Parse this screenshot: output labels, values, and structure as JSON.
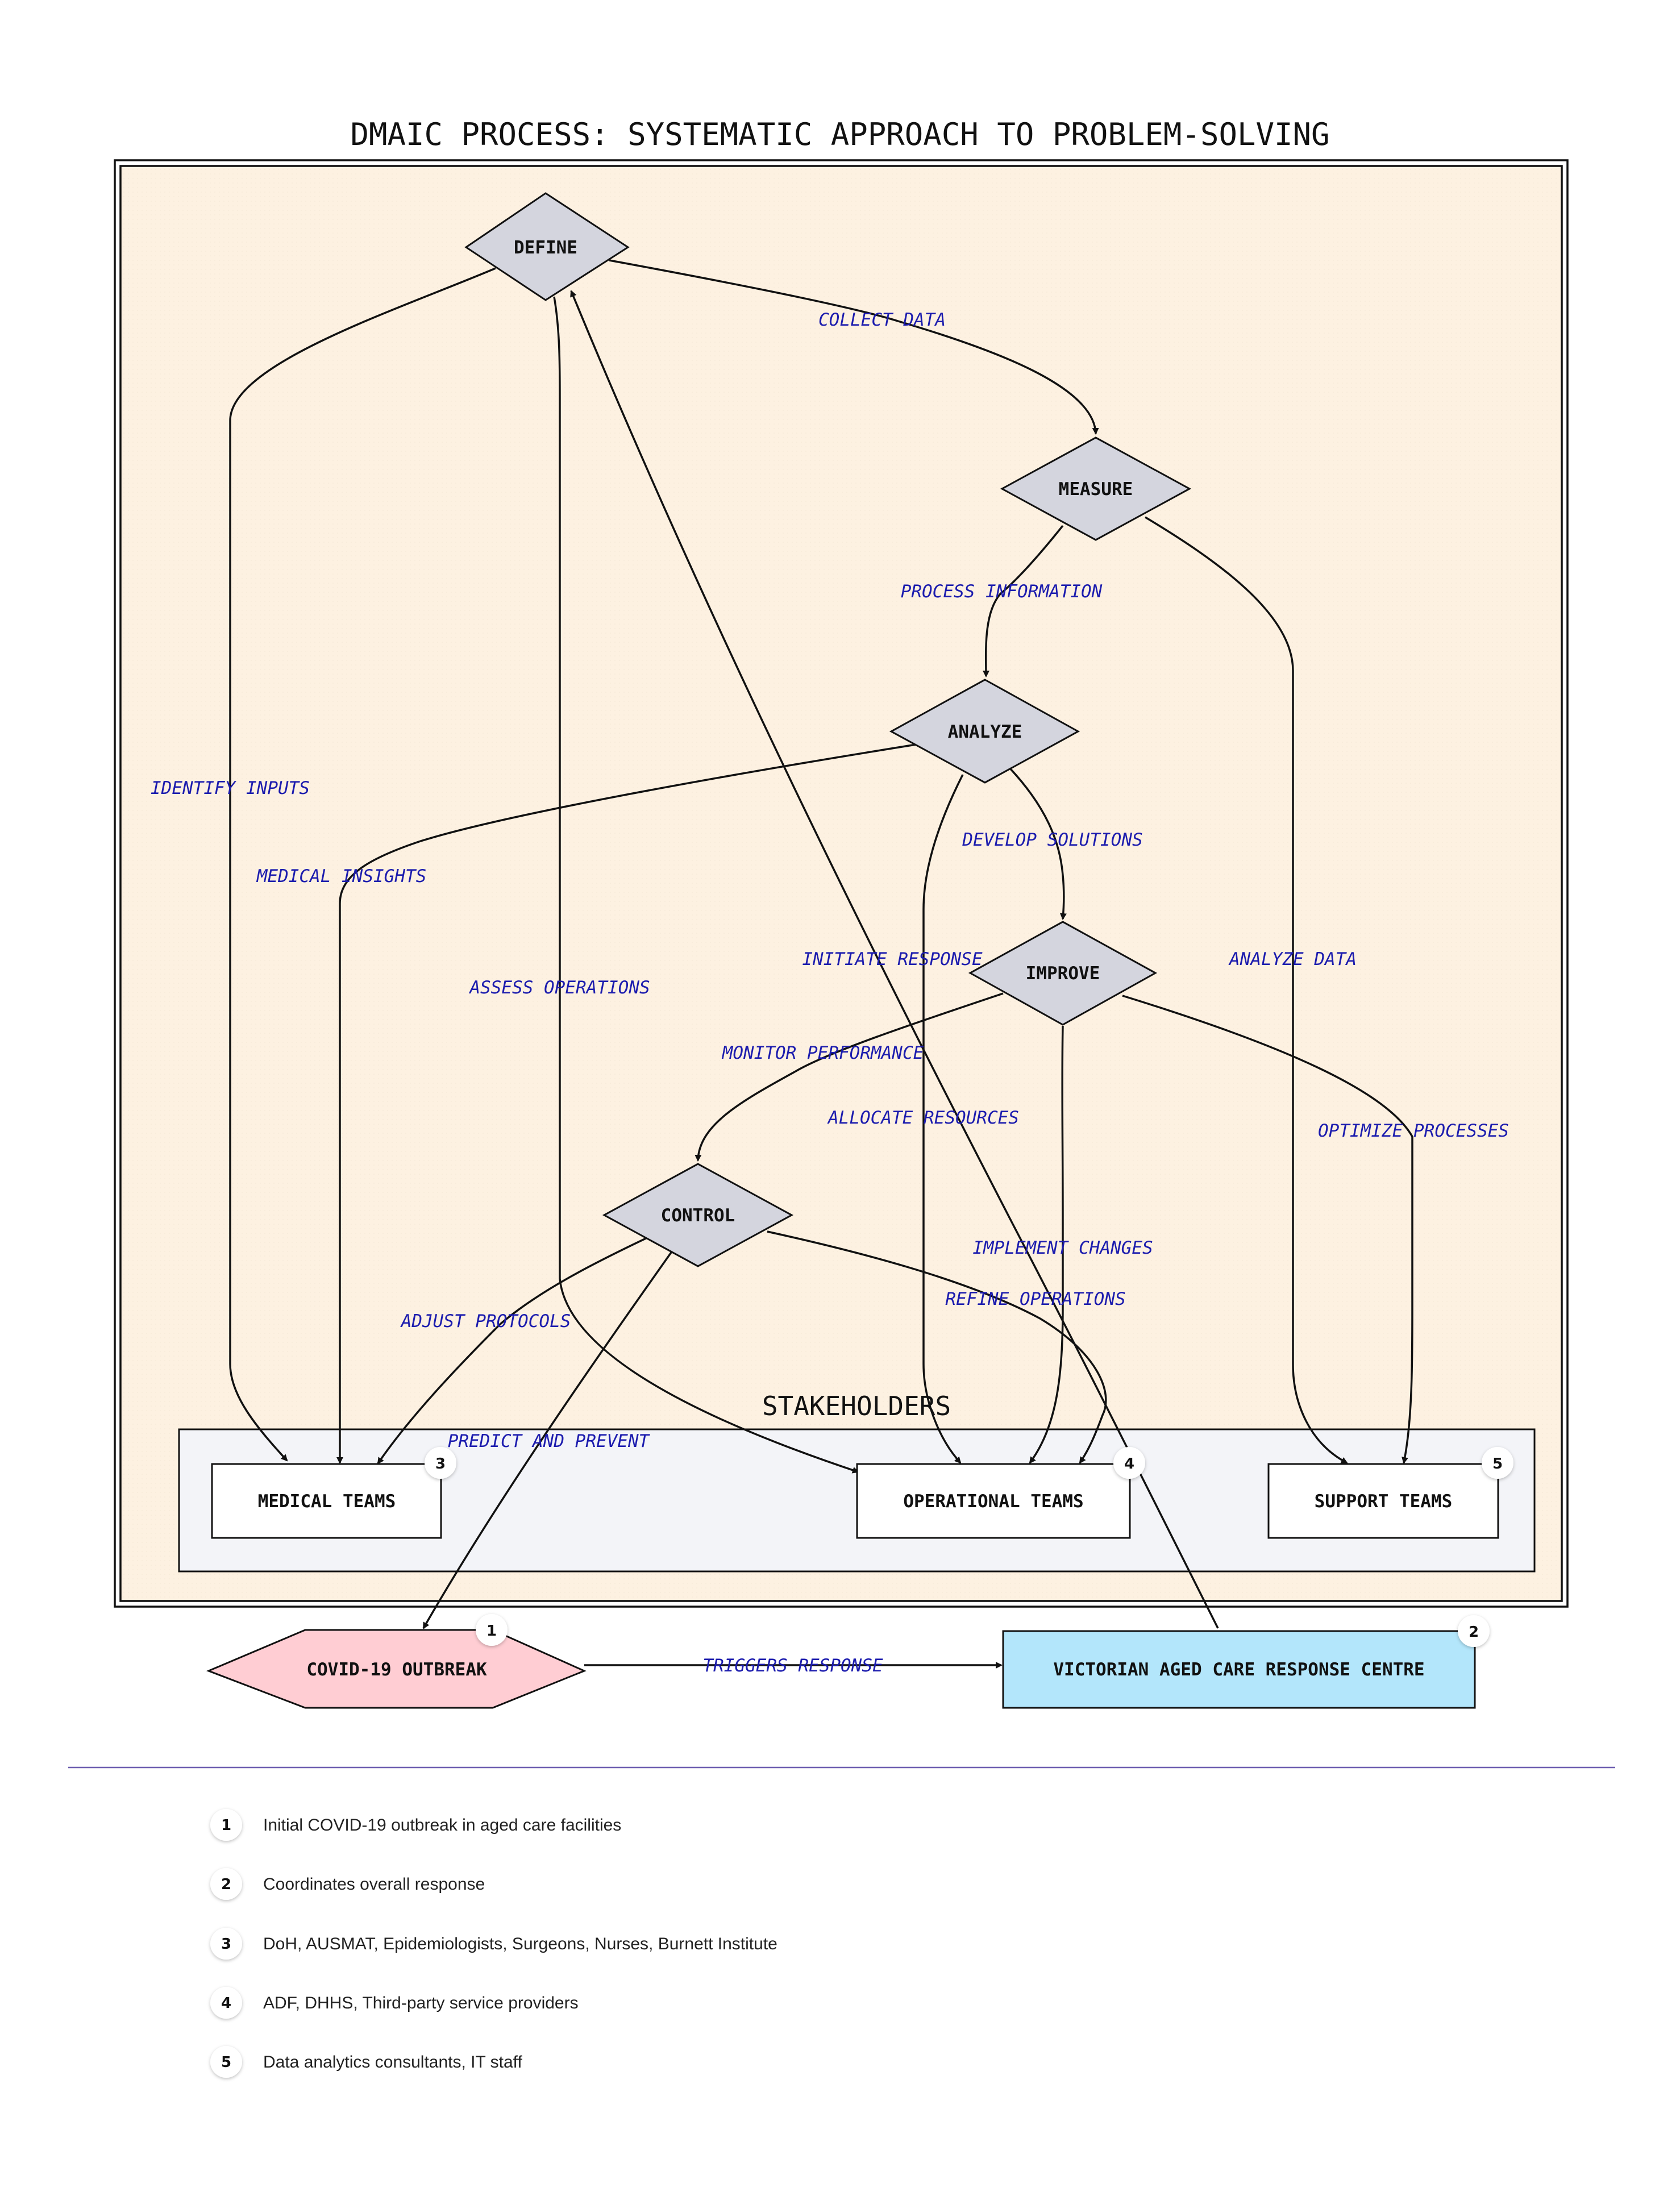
{
  "title": "DMAIC PROCESS: SYSTEMATIC APPROACH TO PROBLEM-SOLVING",
  "colors": {
    "frame_bg": "#fdf1e1",
    "stakeholder_bg": "#f3f4f8",
    "diamond_fill": "#d4d5de",
    "outbreak_fill": "#ffcdd3",
    "centre_fill": "#b3e6fb",
    "edge_label": "#1c1cae",
    "divider": "#6e5fb0"
  },
  "phases": {
    "define": "DEFINE",
    "measure": "MEASURE",
    "analyze": "ANALYZE",
    "improve": "IMPROVE",
    "control": "CONTROL"
  },
  "stakeholders": {
    "title": "STAKEHOLDERS",
    "medical": "MEDICAL TEAMS",
    "operational": "OPERATIONAL TEAMS",
    "support": "SUPPORT TEAMS"
  },
  "external": {
    "outbreak": "COVID-19 OUTBREAK",
    "centre": "VICTORIAN AGED CARE RESPONSE CENTRE"
  },
  "badges": {
    "outbreak": "1",
    "centre": "2",
    "medical": "3",
    "operational": "4",
    "support": "5"
  },
  "edge_labels": {
    "collect_data": "COLLECT DATA",
    "identify_inputs": "IDENTIFY INPUTS",
    "assess_operations": "ASSESS OPERATIONS",
    "process_information": "PROCESS INFORMATION",
    "analyze_data": "ANALYZE DATA",
    "medical_insights": "MEDICAL INSIGHTS",
    "develop_solutions": "DEVELOP SOLUTIONS",
    "allocate_resources": "ALLOCATE RESOURCES",
    "initiate_response": "INITIATE RESPONSE",
    "monitor_performance": "MONITOR PERFORMANCE",
    "optimize_processes": "OPTIMIZE PROCESSES",
    "implement_changes": "IMPLEMENT CHANGES",
    "refine_operations": "REFINE OPERATIONS",
    "adjust_protocols": "ADJUST PROTOCOLS",
    "predict_and_prevent": "PREDICT AND PREVENT",
    "triggers_response": "TRIGGERS RESPONSE"
  },
  "legend": [
    {
      "num": "1",
      "text": "Initial COVID-19 outbreak in aged care facilities"
    },
    {
      "num": "2",
      "text": "Coordinates overall response"
    },
    {
      "num": "3",
      "text": "DoH, AUSMAT, Epidemiologists, Surgeons, Nurses, Burnett Institute"
    },
    {
      "num": "4",
      "text": "ADF, DHHS, Third-party service providers"
    },
    {
      "num": "5",
      "text": "Data analytics consultants, IT staff"
    }
  ]
}
